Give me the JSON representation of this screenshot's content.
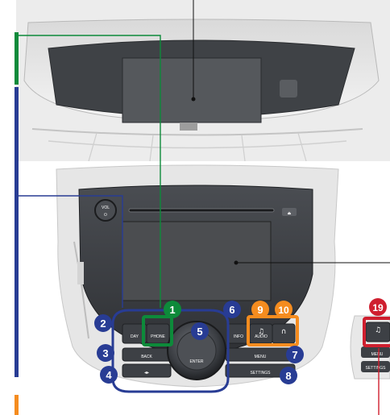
{
  "colors": {
    "green": "#0d8a3a",
    "blue": "#283c94",
    "orange": "#f58c1f",
    "red": "#cf1f2f",
    "console_dark": "#3a3d41",
    "screen": "#4b4d50",
    "leader": "#111111"
  },
  "callouts": [
    {
      "number": "1",
      "color": "green"
    },
    {
      "number": "2",
      "color": "blue"
    },
    {
      "number": "3",
      "color": "blue"
    },
    {
      "number": "4",
      "color": "blue"
    },
    {
      "number": "5",
      "color": "blue"
    },
    {
      "number": "6",
      "color": "blue"
    },
    {
      "number": "7",
      "color": "blue"
    },
    {
      "number": "8",
      "color": "blue"
    },
    {
      "number": "9",
      "color": "orange"
    },
    {
      "number": "10",
      "color": "orange"
    },
    {
      "number": "19",
      "color": "red"
    }
  ],
  "console": {
    "vol_label": "VOL",
    "power_glyph": "⏻",
    "eject_glyph": "⏏",
    "knob_label": "ENTER",
    "buttons": {
      "day": "DAY",
      "phone": "PHONE",
      "info": "INFO",
      "audio": "AUDIO",
      "music_search": "MUSIC SEARCH",
      "back": "BACK",
      "menu": "MENU",
      "settings": "SETTINGS",
      "seek": "◂▸"
    }
  },
  "inset": {
    "button": "MUSIC SEARCH",
    "menu": "MENU",
    "settings": "SETTINGS"
  }
}
